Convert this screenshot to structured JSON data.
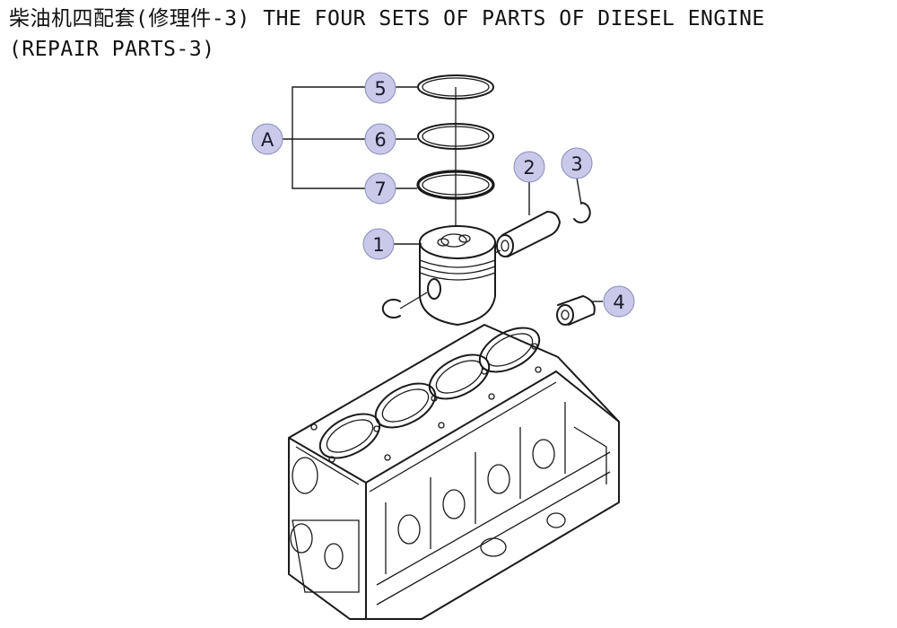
{
  "title": {
    "line1": "柴油机四配套(修理件-3) THE FOUR SETS OF PARTS OF DIESEL ENGINE",
    "line2": "(REPAIR PARTS-3)"
  },
  "callouts": {
    "a": "A",
    "p1": "1",
    "p2": "2",
    "p3": "3",
    "p4": "4",
    "p5": "5",
    "p6": "6",
    "p7": "7"
  },
  "colors": {
    "bubble": "#c9c9ea",
    "line": "#1a1a1a"
  }
}
